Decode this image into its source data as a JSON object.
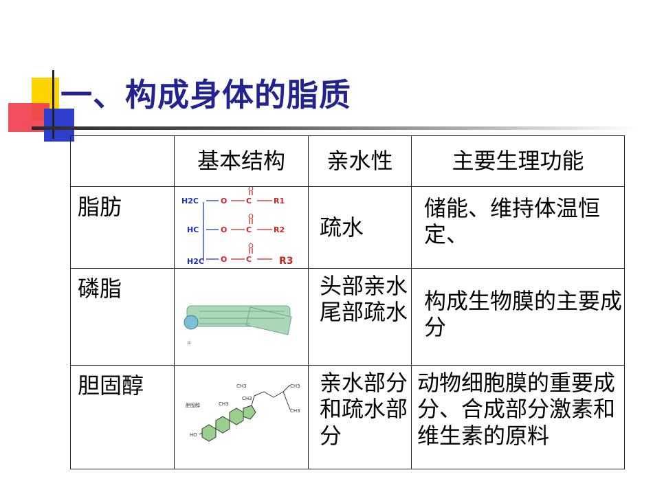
{
  "title": "一、构成身体的脂质",
  "table": {
    "headers": [
      "",
      "基本结构",
      "亲水性",
      "主要生理功能"
    ],
    "rows": [
      {
        "name": "脂肪",
        "hydrophilicity": "疏水",
        "function": "储能、维持体温恒定、",
        "structure_labels": {
          "h2c_top": "H2C",
          "hc": "HC",
          "h2c_bottom": "H2C",
          "o1": "O",
          "c1": "C",
          "r1": "R1",
          "o2": "O",
          "c2": "C",
          "r2": "R2",
          "o3": "O",
          "c3": "C",
          "r3": "R3"
        }
      },
      {
        "name": "磷脂",
        "hydrophilicity": "头部亲水尾部疏水",
        "function": "构成生物膜的主要成分"
      },
      {
        "name": "胆固醇",
        "hydrophilicity": "亲水部分和疏水部分",
        "function": "动物细胞膜的重要成分、合成部分激素和维生素的原料",
        "structure_labels": {
          "caption": "胆固醇",
          "ho": "HO",
          "ch3_a": "CH3",
          "ch3_b": "CH3",
          "ch3_c": "CH3",
          "ch3_d": "CH3",
          "ch3_e": "CH3"
        }
      }
    ]
  },
  "colors": {
    "title": "#23238f",
    "formula_blue": "#1a2fd0",
    "formula_red": "#d42020",
    "membrane_green": "#a9d7b8",
    "ring_green": "#9ad08c"
  }
}
